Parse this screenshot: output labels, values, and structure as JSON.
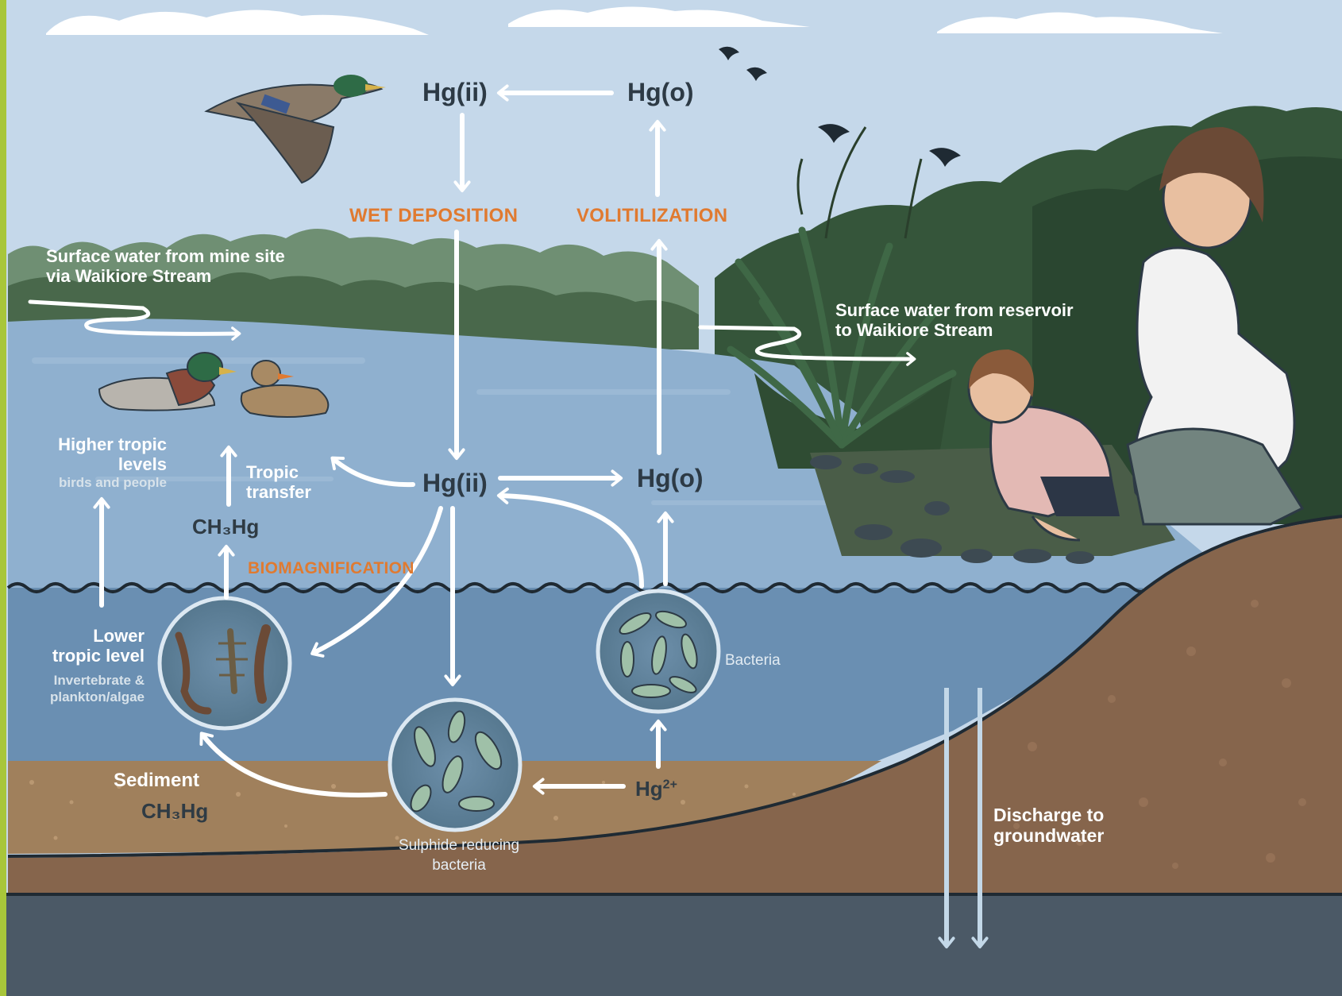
{
  "labels": {
    "hg_top_left": "Hg(ii)",
    "hg_top_right": "Hg(o)",
    "wet_deposition": "WET DEPOSITION",
    "volitilization": "VOLITILIZATION",
    "mine_water_line1": "Surface water from mine site",
    "mine_water_line2": "via Waikiore Stream",
    "reservoir_water_line1": "Surface water from reservoir",
    "reservoir_water_line2": "to Waikiore Stream",
    "higher_tropic_line1": "Higher tropic",
    "higher_tropic_line2": "levels",
    "higher_tropic_sub": "birds and people",
    "tropic_transfer_line1": "Tropic",
    "tropic_transfer_line2": "transfer",
    "hg_mid": "Hg(ii)",
    "hg_mid_right": "Hg(o)",
    "ch3hg_water": "CH₃Hg",
    "biomagnification": "BIOMAGNIFICATION",
    "lower_tropic_line1": "Lower",
    "lower_tropic_line2": "tropic level",
    "lower_tropic_sub_line1": "Invertebrate &",
    "lower_tropic_sub_line2": "plankton/algae",
    "bacteria": "Bacteria",
    "sediment": "Sediment",
    "ch3hg_sediment": "CH₃Hg",
    "hg2_base": "Hg",
    "hg2_sup": "2+",
    "srb_line1": "Sulphide reducing",
    "srb_line2": "bacteria",
    "groundwater_line1": "Discharge to",
    "groundwater_line2": "groundwater"
  },
  "colors": {
    "sky": "#c5d8ea",
    "lake_surface": "#8fb0cf",
    "lake_deep": "#6a8fb2",
    "sediment": "#a0805c",
    "soil": "#86654c",
    "bedrock": "#4b5966",
    "vegetation": "#41633f",
    "process_text": "#e07a30",
    "frame_accent": "#a8c63a"
  }
}
